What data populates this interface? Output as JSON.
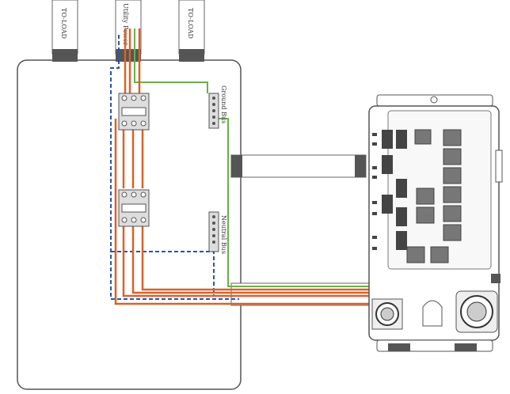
{
  "labels": {
    "load_left": "TO-LOAD",
    "utility_power": "Utility Power",
    "load_right": "TO-LOAD",
    "ground_bus": "Ground Bus",
    "neutral_bus": "Neutral Bus"
  },
  "colors": {
    "hot_wire": "#d9622b",
    "ground_wire": "#6ab04c",
    "dashed_route": "#2a55a8",
    "outline": "#555555",
    "component_fill": "#dddddd"
  },
  "icons": {
    "breaker": "double-pole-breaker-icon",
    "relay": "relay-block-icon",
    "outlet": "twist-lock-outlet-icon",
    "bus": "terminal-bus-icon"
  }
}
